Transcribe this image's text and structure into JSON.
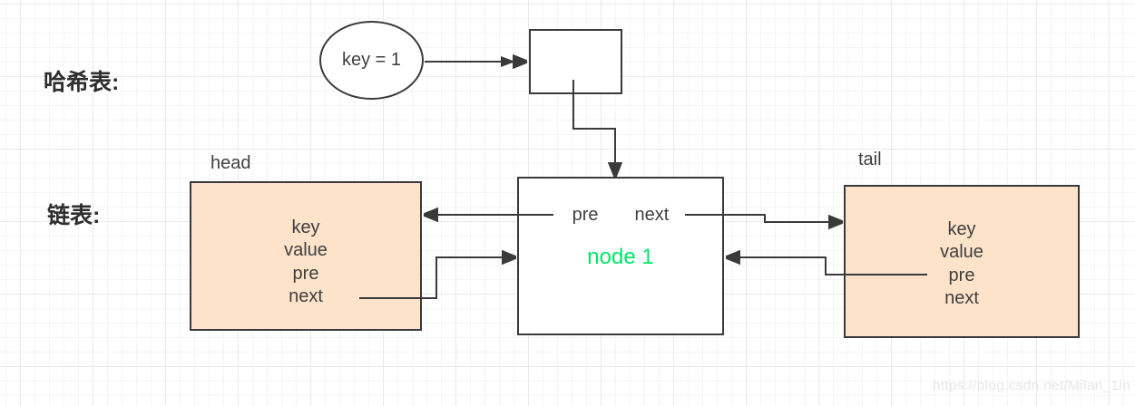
{
  "section_labels": {
    "hash_table": "哈希表:",
    "linked_list": "链表:"
  },
  "hash_table": {
    "key_ellipse_label": "key = 1",
    "bucket_box_label": ""
  },
  "linked_list": {
    "head": {
      "label": "head",
      "fields": [
        "key",
        "value",
        "pre",
        "next"
      ]
    },
    "node1": {
      "pre_label": "pre",
      "next_label": "next",
      "title": "node 1"
    },
    "tail": {
      "label": "tail",
      "fields": [
        "key",
        "value",
        "pre",
        "next"
      ]
    }
  },
  "edges": [
    {
      "from": "key-ellipse",
      "to": "hash-bucket",
      "style": "double-arrowhead"
    },
    {
      "from": "hash-bucket",
      "to": "node1-top",
      "style": "elbow"
    },
    {
      "from": "node1-pre",
      "to": "head",
      "style": "straight"
    },
    {
      "from": "head-next",
      "to": "node1-left",
      "style": "elbow"
    },
    {
      "from": "node1-next",
      "to": "tail",
      "style": "elbow"
    },
    {
      "from": "tail-pre",
      "to": "node1-right",
      "style": "elbow"
    }
  ],
  "watermark": "https://blog.csdn.net/Milan_1in",
  "colors": {
    "stroke": "#3a3a3a",
    "box_fill_orange": "#fce3c9",
    "box_fill_white": "#ffffff",
    "node1_title_text": "#00e667",
    "label_text": "#3f3f3f",
    "section_label_text": "#2e2e2e",
    "watermark_text": "#e6e6e6",
    "grid_minor": "#f4f4f4",
    "grid_major": "#e9e9e9"
  }
}
